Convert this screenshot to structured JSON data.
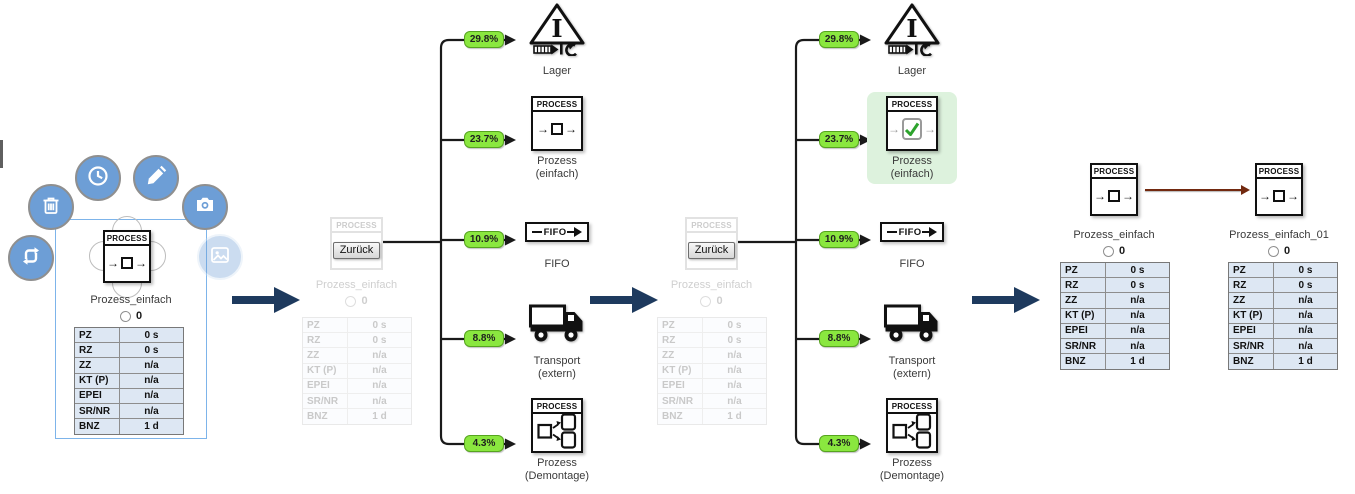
{
  "colors": {
    "accent-navy": "#1e3a5e",
    "badge-green": "#8ae73f",
    "badge-green-border": "#56a41f",
    "highlight-green": "#ddf2dd",
    "check-green": "#2da32d",
    "selection-blue": "#7db4ea",
    "flow-brown": "#72290f",
    "button-blue": "#6d9ed6",
    "table-bg": "#dde7f3"
  },
  "process_header": "PROCESS",
  "metrics": [
    {
      "k": "PZ",
      "v": "0 s"
    },
    {
      "k": "RZ",
      "v": "0 s"
    },
    {
      "k": "ZZ",
      "v": "n/a"
    },
    {
      "k": "KT (P)",
      "v": "n/a"
    },
    {
      "k": "EPEI",
      "v": "n/a"
    },
    {
      "k": "SR/NR",
      "v": "n/a"
    },
    {
      "k": "BNZ",
      "v": "1 d"
    }
  ],
  "panel1": {
    "node_label": "Prozess_einfach",
    "counter": "0",
    "action_icons": [
      "loop",
      "delete",
      "history",
      "edit",
      "camera",
      "image"
    ]
  },
  "tree": {
    "back_button": "Zurück",
    "node_label": "Prozess_einfach",
    "counter": "0",
    "fifo_box_text": "FIFO",
    "options": [
      {
        "pct": "29.8%",
        "label": "Lager"
      },
      {
        "pct": "23.7%",
        "label": "Prozess (einfach)"
      },
      {
        "pct": "10.9%",
        "label": "FIFO"
      },
      {
        "pct": "8.8%",
        "label": "Transport (extern)"
      },
      {
        "pct": "4.3%",
        "label": "Prozess (Demontage)"
      }
    ],
    "selected": "Prozess (einfach)"
  },
  "panel4": {
    "node1_label": "Prozess_einfach",
    "node2_label": "Prozess_einfach_01",
    "counter1": "0",
    "counter2": "0"
  }
}
